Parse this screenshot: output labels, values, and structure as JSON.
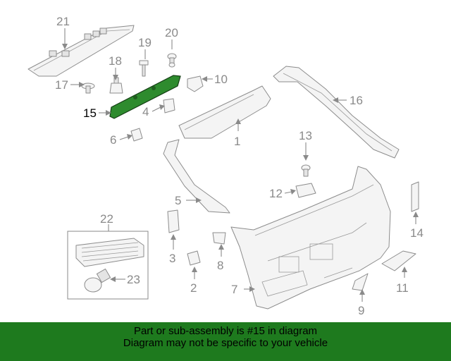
{
  "diagram": {
    "highlight_color": "#2e8b2e",
    "highlighted_callout": "15",
    "callouts": [
      "1",
      "2",
      "3",
      "4",
      "5",
      "6",
      "7",
      "8",
      "9",
      "10",
      "11",
      "12",
      "13",
      "14",
      "15",
      "16",
      "17",
      "18",
      "19",
      "20",
      "21",
      "22",
      "23"
    ]
  },
  "footer": {
    "background": "#1e7a1e",
    "line1": "Part or sub-assembly is #15 in diagram",
    "line2": "Diagram may not be specific to your vehicle"
  }
}
